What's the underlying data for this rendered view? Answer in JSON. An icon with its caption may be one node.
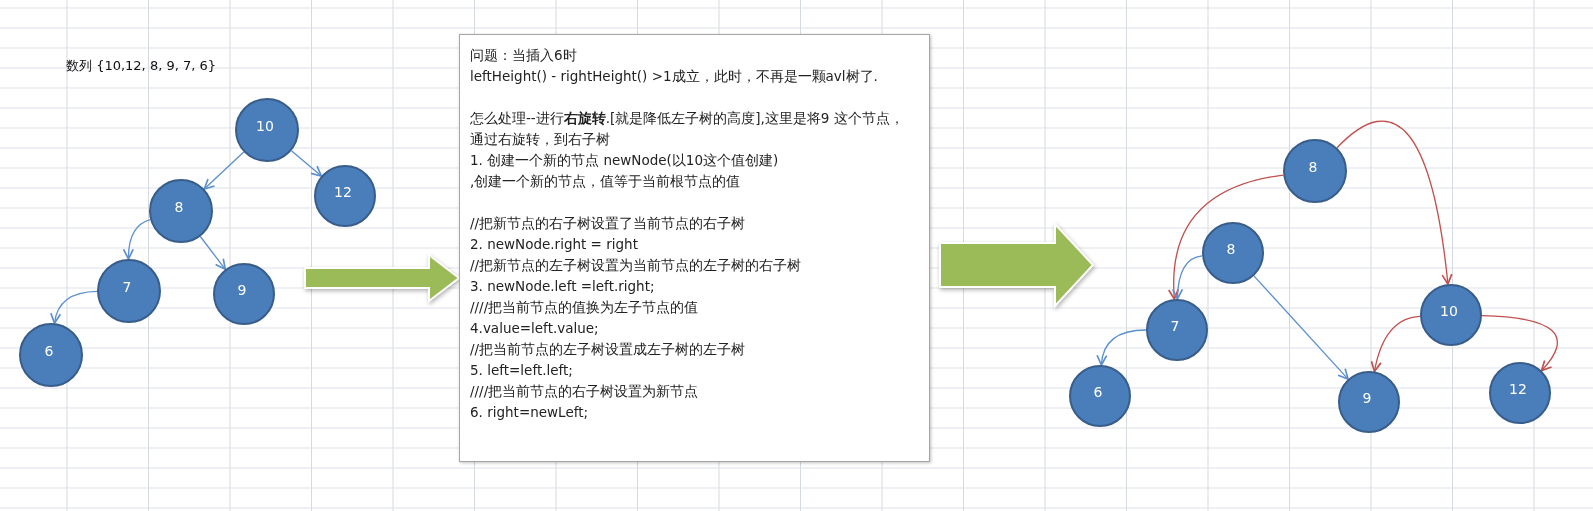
{
  "diagram": {
    "nodes": [
      {
        "text": [
          "10"
        ]
      },
      {
        "text": [
          "12"
        ]
      },
      {
        "text": [
          "8"
        ]
      },
      {
        "text": [
          "7"
        ]
      },
      {
        "text": [
          "9"
        ]
      },
      {
        "text": [
          "6"
        ]
      },
      {
        "text": [
          "问题：当插入6时",
          "leftHeight() - rightHeight() >1成立，此时，不再是一颗avl树了.",
          "怎么处理--进行**右旋转**.[就是降低左子树的高度],这里是将9 这个节点，通过右旋转，到右子树",
          "1. 创建一个新的节点 newNode(以10这个值创建)",
          ",创建一个新的节点，值等于当前根节点的值",
          "//把新节点的右子树设置了当前节点的右子树",
          "2. newNode.right = right",
          "//把新节点的左子树设置为当前节点的左子树的右子树",
          "3. newNode.left =left.right;",
          "////把当前节点的值换为左子节点的值",
          "4.value=left.value;",
          "//把当前节点的左子树设置成左子树的左子树",
          "5. left=left.left;",
          "////把当前节点的右子树设置为新节点",
          "6. right=newLeft;"
        ]
      },
      {
        "text": [
          "8"
        ]
      },
      {
        "text": [
          "8"
        ]
      },
      {
        "text": [
          "7"
        ]
      },
      {
        "text": [
          "6"
        ]
      },
      {
        "text": [
          "10"
        ]
      },
      {
        "text": [
          "9"
        ]
      },
      {
        "text": [
          "12"
        ]
      }
    ],
    "edges": [
      {
        "from": 0,
        "to": 2,
        "arrow": "to"
      },
      {
        "from": 0,
        "to": 1,
        "arrow": "to"
      },
      {
        "from": 2,
        "to": 3,
        "arrow": "to"
      },
      {
        "from": 2,
        "to": 4,
        "arrow": "to"
      },
      {
        "from": 3,
        "to": 5,
        "arrow": "to"
      },
      {
        "from": null,
        "to": 6,
        "arrow": "to",
        "style": "thick",
        "color": "#9bbb59"
      },
      {
        "from": 6,
        "to": null,
        "arrow": "to",
        "style": "thick",
        "color": "#9bbb59"
      },
      {
        "from": 7,
        "to": 9,
        "arrow": "to",
        "color": "#c0504d"
      },
      {
        "from": 7,
        "to": 11,
        "arrow": "to",
        "color": "#c0504d"
      },
      {
        "from": 8,
        "to": 9,
        "arrow": "to"
      },
      {
        "from": 8,
        "to": 12,
        "arrow": "to"
      },
      {
        "from": 9,
        "to": 10,
        "arrow": "to"
      },
      {
        "from": 11,
        "to": 12,
        "arrow": "to",
        "color": "#c0504d"
      },
      {
        "from": 11,
        "to": 13,
        "arrow": "to",
        "color": "#c0504d"
      }
    ],
    "labels": [
      "数列 {10,12, 8, 9, 7, 6}"
    ]
  }
}
